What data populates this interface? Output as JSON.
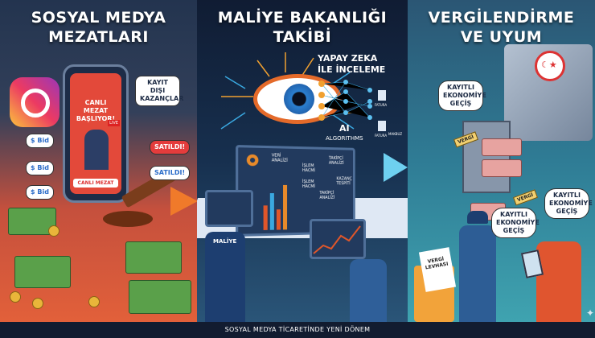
{
  "panels": [
    {
      "title_line1": "SOSYAL MEDYA",
      "title_line2": "MEZATLARI",
      "bubbles": [
        "KAYIT DIŞI KAZANÇLAR",
        "SATILDI!",
        "SATILDI!",
        "$ Bid",
        "$ Bid",
        "$ Bid"
      ],
      "phone_headline": "CANLI MEZAT BAŞLIYOR!",
      "live_badge": "LIVE",
      "phone_button": "CANLI MEZAT"
    },
    {
      "title_line1": "MALİYE BAKANLIĞI",
      "title_line2": "TAKİBİ",
      "ai_heading_line1": "YAPAY ZEKA",
      "ai_heading_line2": "İLE İNCELEME",
      "ai_label": "AI",
      "ai_sublabel": "ALGORITHMS",
      "doc_labels": [
        "FATURA",
        "FATURA",
        "MAKBUZ"
      ],
      "screen_labels": [
        "VERİ ANALİZİ",
        "İŞLEM HACMİ",
        "TAKİPÇİ ANALİZİ",
        "İŞLEM HACMİ",
        "TAKİPÇİ ANALİZİ",
        "KAZANÇ TESPİTİ"
      ],
      "uniform_label": "MALİYE"
    },
    {
      "title_line1": "VERGİLENDİRME",
      "title_line2": "VE UYUM",
      "bubble_top": "KAYITLI EKONOMİYE GEÇİŞ",
      "bubble_officer": "KAYITLI EKONOMİYE GEÇİŞ",
      "bubble_citizen": "KAYITLI EKONOMİYE GEÇİŞ",
      "tags": [
        "VERGİ",
        "VERGİ"
      ],
      "document_label": "VERGİ LEVHASI"
    }
  ],
  "footer": "SOSYAL MEDYA TİCARETİNDE YENİ DÖNEM",
  "colors": {
    "footer_bg": "#121c30",
    "panel1_accent": "#e2603a",
    "panel2_bg": "#17304f",
    "panel3_bg": "#2f7c95",
    "eye_ring": "#e46a2a"
  }
}
